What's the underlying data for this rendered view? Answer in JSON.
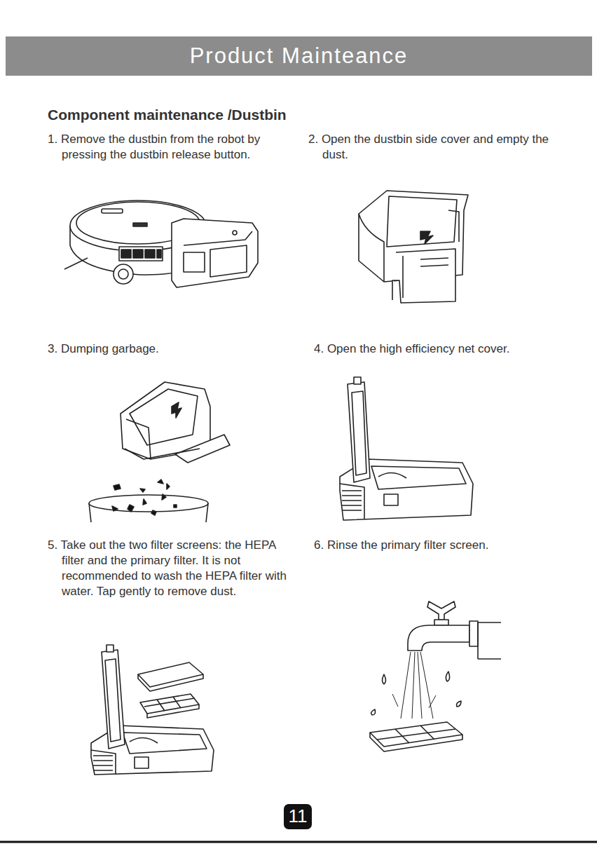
{
  "diagram": {
    "title": "Product Mainteance",
    "nodes": [
      {
        "text": [
          "11"
        ]
      }
    ],
    "labels": [
      "Component maintenance /Dustbin",
      "1. Remove the dustbin from the robot by pressing the dustbin release button.",
      "2. Open the dustbin side cover and empty the dust.",
      "3. Dumping garbage.",
      "4. Open the high efficiency net cover.",
      "5. Take out the two filter screens: the HEPA filter and the primary filter. It is not recommended to wash the HEPA filter with water. Tap gently to remove dust.",
      "6. Rinse the primary filter screen."
    ]
  }
}
